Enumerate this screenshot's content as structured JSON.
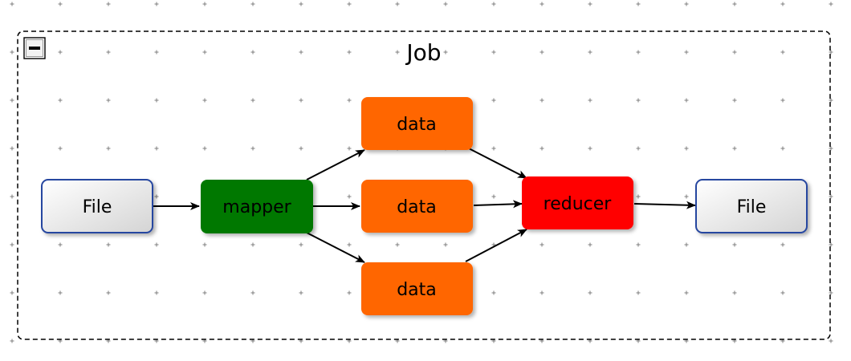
{
  "group": {
    "title": "Job",
    "collapse_symbol": "−",
    "border_color": "#000000"
  },
  "nodes": {
    "file_in": {
      "label": "File",
      "kind": "file"
    },
    "mapper": {
      "label": "mapper",
      "kind": "mapper"
    },
    "data_top": {
      "label": "data",
      "kind": "data"
    },
    "data_mid": {
      "label": "data",
      "kind": "data"
    },
    "data_bot": {
      "label": "data",
      "kind": "data"
    },
    "reducer": {
      "label": "reducer",
      "kind": "reducer"
    },
    "file_out": {
      "label": "File",
      "kind": "file"
    }
  },
  "colors": {
    "file_border": "#2846a0",
    "file_fill_start": "#ffffff",
    "file_fill_end": "#d4d4d4",
    "mapper": "#007800",
    "data": "#ff6600",
    "reducer": "#ff0000",
    "edge": "#000000",
    "grid_dot": "#7f7f7f"
  },
  "edges": [
    {
      "from": "file_in",
      "to": "mapper"
    },
    {
      "from": "mapper",
      "to": "data_top"
    },
    {
      "from": "mapper",
      "to": "data_mid"
    },
    {
      "from": "mapper",
      "to": "data_bot"
    },
    {
      "from": "data_top",
      "to": "reducer"
    },
    {
      "from": "data_mid",
      "to": "reducer"
    },
    {
      "from": "data_bot",
      "to": "reducer"
    },
    {
      "from": "reducer",
      "to": "file_out"
    }
  ]
}
